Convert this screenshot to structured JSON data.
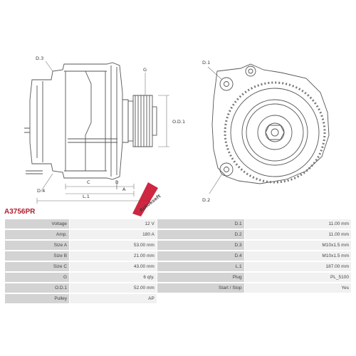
{
  "drawing": {
    "labels": {
      "d3": "D.3",
      "d4": "D.4",
      "g": "G",
      "od1": "O.D.1",
      "c": "C",
      "b": "B",
      "a": "A",
      "l1": "L.1",
      "d1": "D.1",
      "d2": "D.2"
    }
  },
  "watermark_text": "Autokseft",
  "part_code": "A3756PR",
  "specs": {
    "left": [
      {
        "label": "Voltage",
        "value": "12 V"
      },
      {
        "label": "Amp.",
        "value": "180 A"
      },
      {
        "label": "Size A",
        "value": "53.00 mm"
      },
      {
        "label": "Size B",
        "value": "21.00 mm"
      },
      {
        "label": "Size C",
        "value": "43.00 mm"
      },
      {
        "label": "G",
        "value": "6 qty."
      },
      {
        "label": "O.D.1",
        "value": "52.00 mm"
      },
      {
        "label": "Pulley",
        "value": "AP"
      }
    ],
    "right": [
      {
        "label": "D.1",
        "value": "11.00 mm"
      },
      {
        "label": "D.2",
        "value": "11.00 mm"
      },
      {
        "label": "D.3",
        "value": "M10x1.5 mm"
      },
      {
        "label": "D.4",
        "value": "M10x1.5 mm"
      },
      {
        "label": "L.1",
        "value": "187.00 mm"
      },
      {
        "label": "Plug",
        "value": "PL_5100"
      },
      {
        "label": "Start / Stop",
        "value": "Yes"
      }
    ]
  }
}
